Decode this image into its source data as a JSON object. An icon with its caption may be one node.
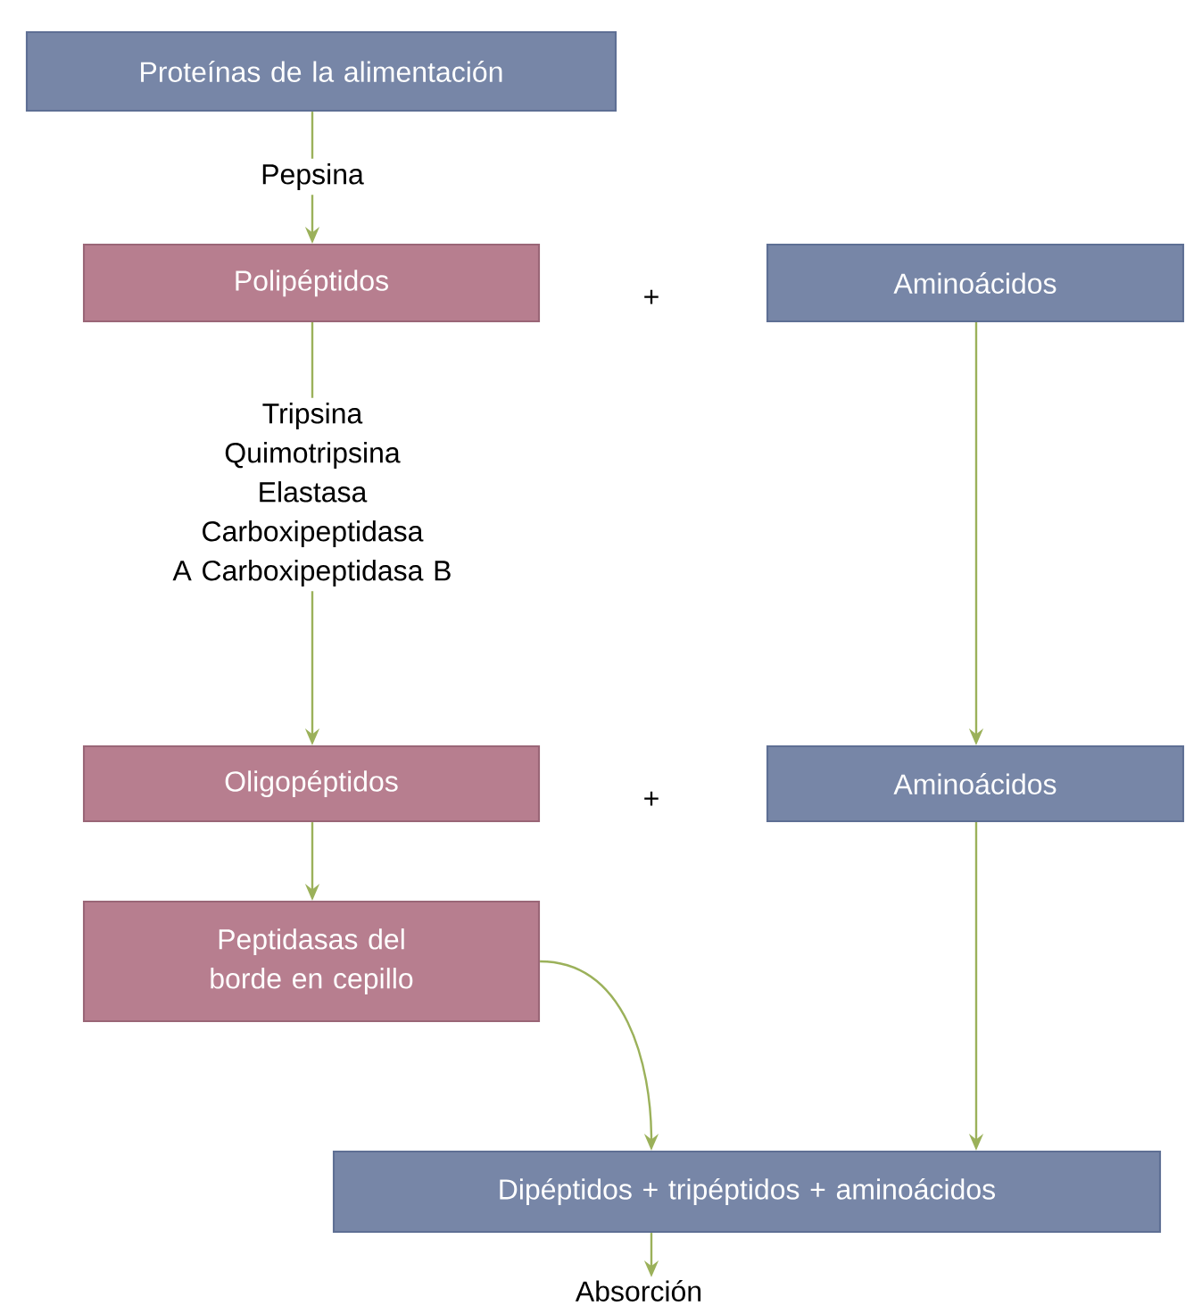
{
  "diagram": {
    "nodes": [
      {
        "text": [
          "Proteínas de la alimentación"
        ]
      },
      {
        "text": [
          "Polipéptidos"
        ]
      },
      {
        "text": [
          "Aminoácidos"
        ]
      },
      {
        "text": [
          "Oligopéptidos"
        ]
      },
      {
        "text": [
          "Aminoácidos"
        ]
      },
      {
        "text": [
          "Peptidasas del borde en cepillo"
        ]
      },
      {
        "text": [
          "Dipéptidos + tripéptidos + aminoácidos"
        ]
      },
      {
        "text": [
          "Absorción"
        ]
      }
    ],
    "edges": [
      {
        "from": 0,
        "to": 1,
        "arrow": "to",
        "label": "Pepsina"
      },
      {
        "from": 1,
        "to": 3,
        "arrow": "to",
        "label": "Tripsina Quimotripsina Elastasa Carboxipeptidasa A Carboxipeptidasa B"
      },
      {
        "from": 2,
        "to": 4,
        "arrow": "to"
      },
      {
        "from": 3,
        "to": 5,
        "arrow": "to"
      },
      {
        "from": 5,
        "to": 6,
        "arrow": "to"
      },
      {
        "from": 4,
        "to": 6,
        "arrow": "to"
      },
      {
        "from": 6,
        "to": 7,
        "arrow": "to"
      }
    ],
    "labels": [
      "+",
      "+"
    ]
  }
}
